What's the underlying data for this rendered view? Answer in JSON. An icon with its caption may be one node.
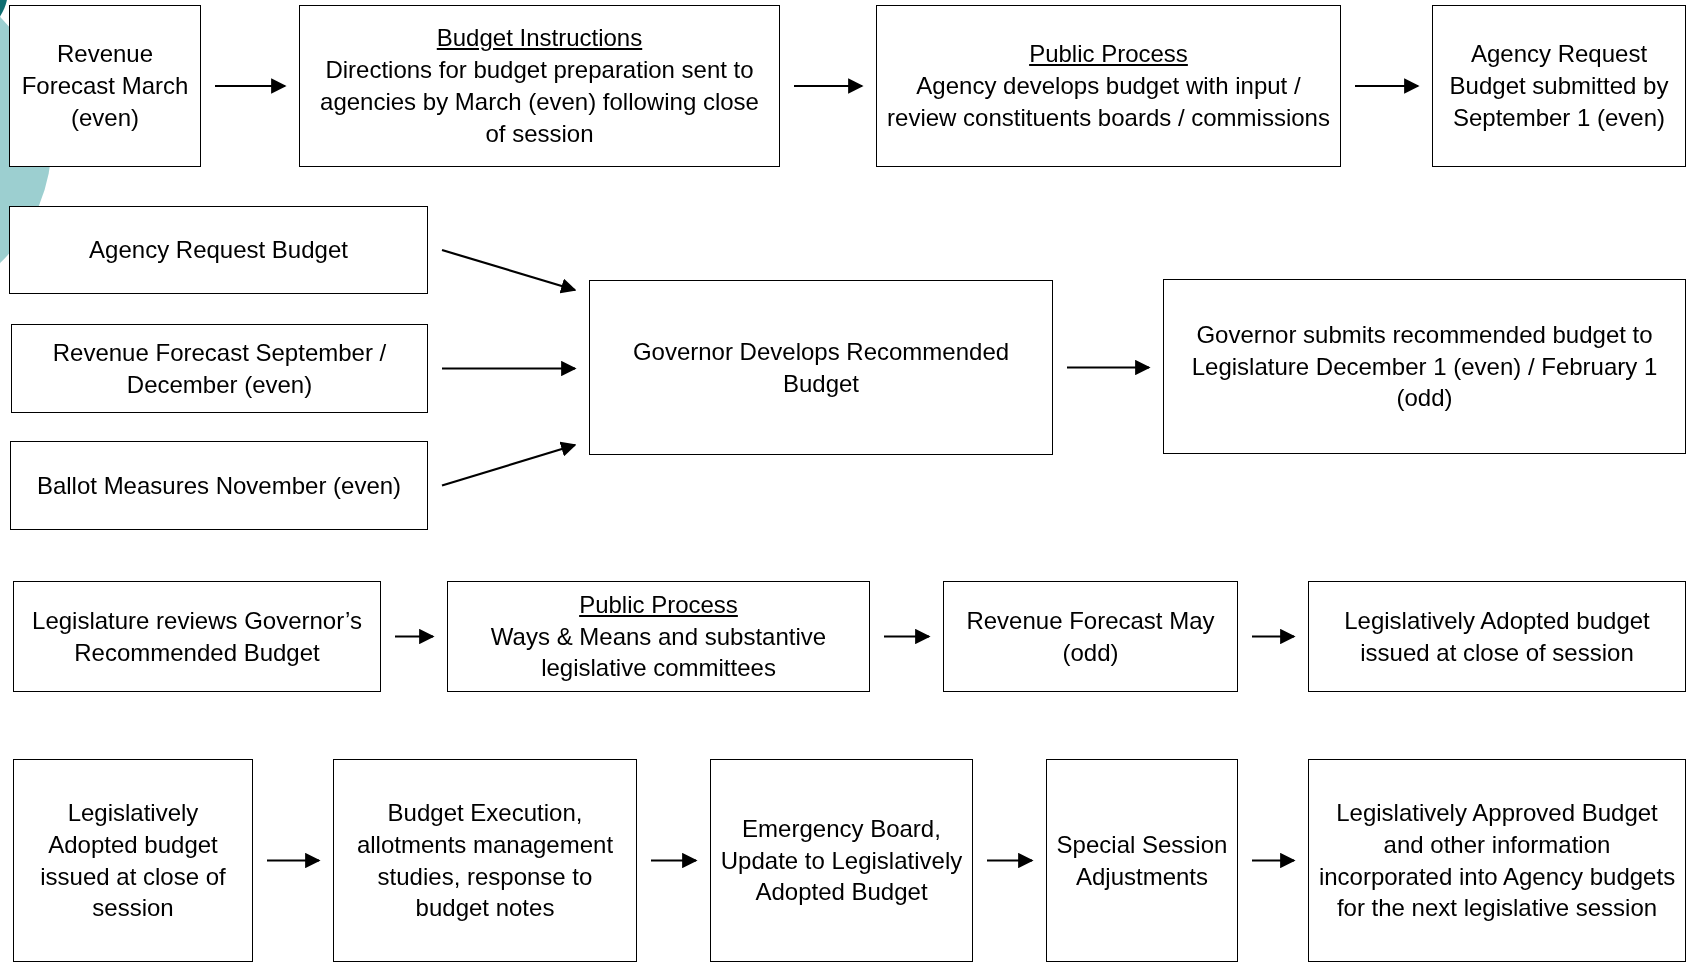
{
  "diagram": {
    "nodes": [
      {
        "text": [
          "Revenue Forecast March (even)"
        ]
      },
      {
        "text": [
          "Budget Instructions",
          "Directions for budget preparation sent to agencies by March (even) following close of session"
        ]
      },
      {
        "text": [
          "Public Process",
          "Agency develops budget with input / review constituents boards / commissions"
        ]
      },
      {
        "text": [
          "Agency Request Budget submitted by September 1 (even)"
        ]
      },
      {
        "text": [
          "Agency Request Budget"
        ]
      },
      {
        "text": [
          "Revenue Forecast September / December (even)"
        ]
      },
      {
        "text": [
          "Ballot Measures November (even)"
        ]
      },
      {
        "text": [
          "Governor Develops Recommended Budget"
        ]
      },
      {
        "text": [
          "Governor submits recommended budget to Legislature December 1 (even) / February 1 (odd)"
        ]
      },
      {
        "text": [
          "Legislature reviews Governor’s Recommended Budget"
        ]
      },
      {
        "text": [
          "Public Process",
          "Ways & Means and substantive legislative committees"
        ]
      },
      {
        "text": [
          "Revenue Forecast May (odd)"
        ]
      },
      {
        "text": [
          "Legislatively Adopted budget issued at close of session"
        ]
      },
      {
        "text": [
          "Legislatively Adopted budget issued at close of session"
        ]
      },
      {
        "text": [
          "Budget Execution, allotments management studies, response to budget notes"
        ]
      },
      {
        "text": [
          "Emergency Board, Update to Legislatively Adopted Budget"
        ]
      },
      {
        "text": [
          "Special Session Adjustments"
        ]
      },
      {
        "text": [
          "Legislatively Approved Budget and other information incorporated into Agency budgets for the next legislative session"
        ]
      }
    ],
    "edges": [
      {
        "from": 0,
        "to": 1,
        "arrow": "to"
      },
      {
        "from": 1,
        "to": 2,
        "arrow": "to"
      },
      {
        "from": 2,
        "to": 3,
        "arrow": "to"
      },
      {
        "from": 4,
        "to": 7,
        "arrow": "to"
      },
      {
        "from": 5,
        "to": 7,
        "arrow": "to"
      },
      {
        "from": 6,
        "to": 7,
        "arrow": "to"
      },
      {
        "from": 7,
        "to": 8,
        "arrow": "to"
      },
      {
        "from": 9,
        "to": 10,
        "arrow": "to"
      },
      {
        "from": 10,
        "to": 11,
        "arrow": "to"
      },
      {
        "from": 11,
        "to": 12,
        "arrow": "to"
      },
      {
        "from": 13,
        "to": 14,
        "arrow": "to"
      },
      {
        "from": 14,
        "to": 15,
        "arrow": "to"
      },
      {
        "from": 15,
        "to": 16,
        "arrow": "to"
      },
      {
        "from": 16,
        "to": 17,
        "arrow": "to"
      }
    ]
  }
}
